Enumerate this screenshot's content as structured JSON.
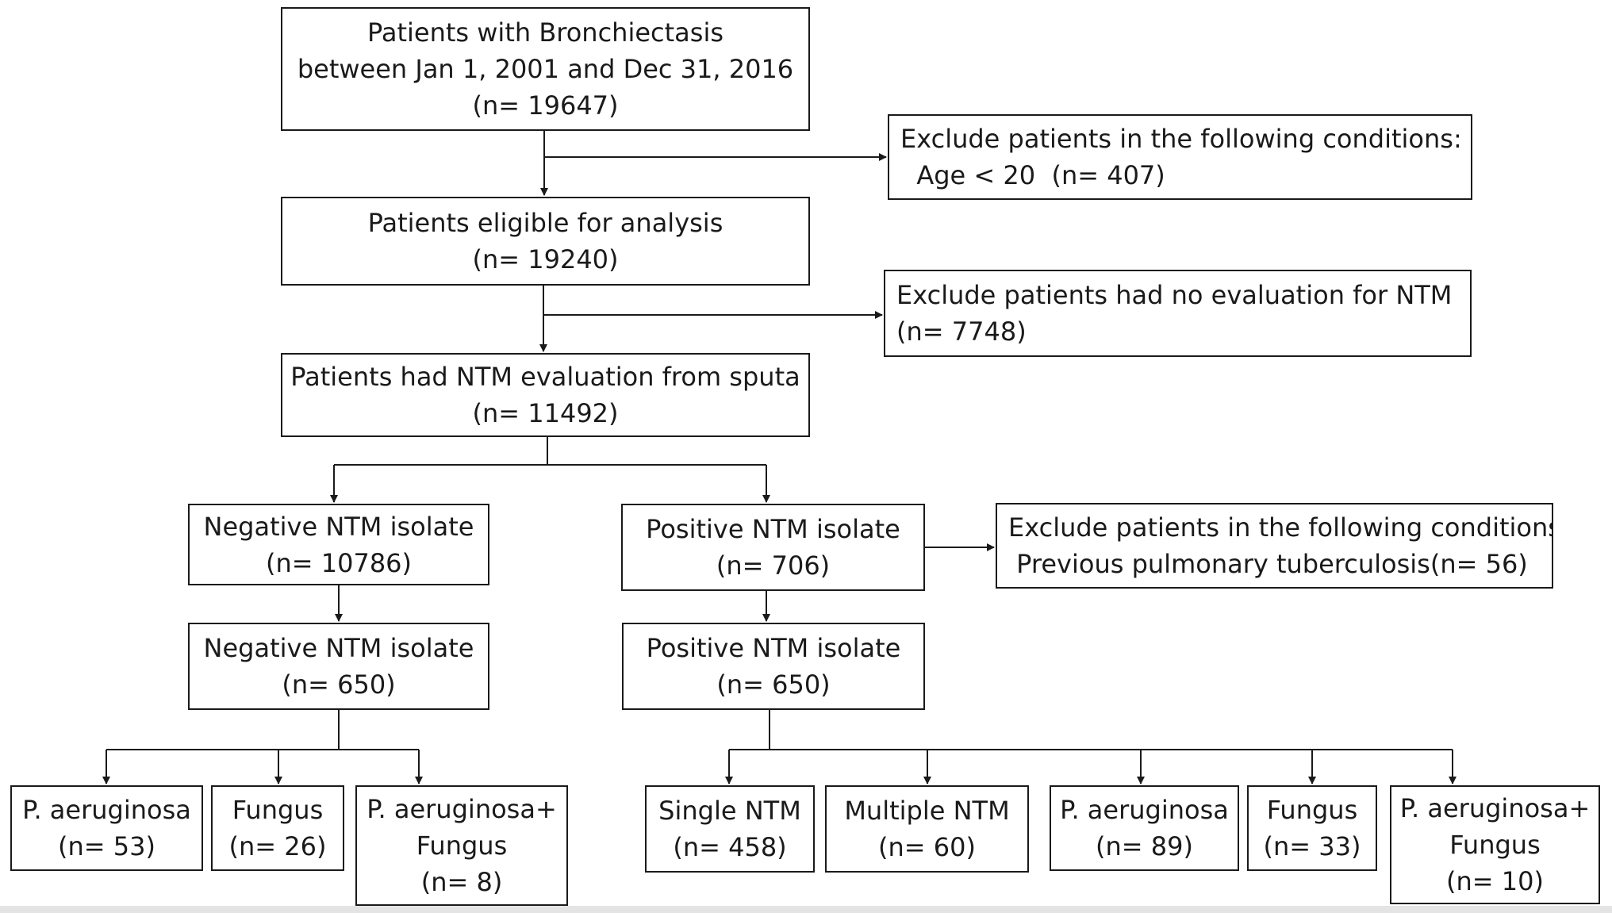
{
  "boxes": {
    "cohort": {
      "lines": [
        "Patients with Bronchiectasis",
        "between Jan 1, 2001 and Dec 31, 2016",
        "(n= 19647)"
      ]
    },
    "excl_age": {
      "lines": [
        "Exclude patients in the following conditions:",
        "  Age < 20  (n= 407)"
      ]
    },
    "eligible": {
      "lines": [
        "Patients eligible for analysis",
        "(n= 19240)"
      ]
    },
    "excl_no_eval": {
      "lines": [
        "Exclude patients had no evaluation for NTM",
        "(n= 7748)"
      ]
    },
    "ntm_eval": {
      "lines": [
        "Patients had NTM evaluation from sputa",
        "(n= 11492)"
      ]
    },
    "neg_ntm_1": {
      "lines": [
        "Negative NTM isolate",
        "(n= 10786)"
      ]
    },
    "pos_ntm_1": {
      "lines": [
        "Positive NTM isolate",
        "(n= 706)"
      ]
    },
    "excl_tb": {
      "lines": [
        "Exclude patients in the following conditions:",
        " Previous pulmonary tuberculosis(n= 56)"
      ]
    },
    "neg_ntm_2": {
      "lines": [
        "Negative NTM isolate",
        "(n= 650)"
      ]
    },
    "pos_ntm_2": {
      "lines": [
        "Positive NTM isolate",
        "(n= 650)"
      ]
    },
    "neg_pa": {
      "lines": [
        "P. aeruginosa",
        "(n= 53)"
      ]
    },
    "neg_fungus": {
      "lines": [
        "Fungus",
        "(n= 26)"
      ]
    },
    "neg_pa_fungus": {
      "lines": [
        "P. aeruginosa+",
        "Fungus",
        "(n= 8)"
      ]
    },
    "pos_single": {
      "lines": [
        "Single NTM",
        "(n= 458)"
      ]
    },
    "pos_multiple": {
      "lines": [
        "Multiple NTM",
        "(n= 60)"
      ]
    },
    "pos_pa": {
      "lines": [
        "P. aeruginosa",
        "(n= 89)"
      ]
    },
    "pos_fungus": {
      "lines": [
        "Fungus",
        "(n= 33)"
      ]
    },
    "pos_pa_fungus": {
      "lines": [
        "P. aeruginosa+",
        "Fungus",
        "(n= 10)"
      ]
    }
  }
}
